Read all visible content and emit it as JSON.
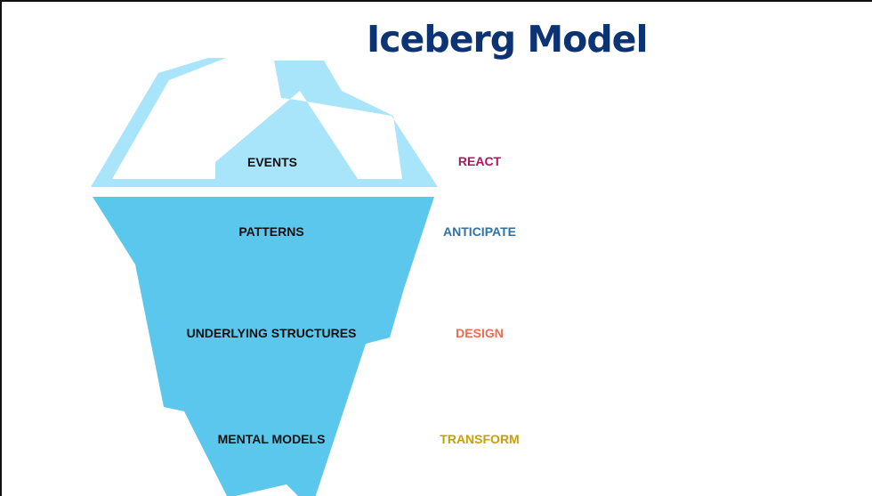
{
  "title": "Iceberg Model",
  "layers": [
    {
      "name": "EVENTS",
      "action": "REACT",
      "action_color": "#b0145e"
    },
    {
      "name": "PATTERNS",
      "action": "ANTICIPATE",
      "action_color": "#2e72a8"
    },
    {
      "name": "UNDERLYING STRUCTURES",
      "action": "DESIGN",
      "action_color": "#f26a4b"
    },
    {
      "name": "MENTAL MODELS",
      "action": "TRANSFORM",
      "action_color": "#c9a000"
    }
  ],
  "colors": {
    "title": "#0c3373",
    "ice_above": "#a8e4fa",
    "ice_below": "#5bc7ec"
  }
}
